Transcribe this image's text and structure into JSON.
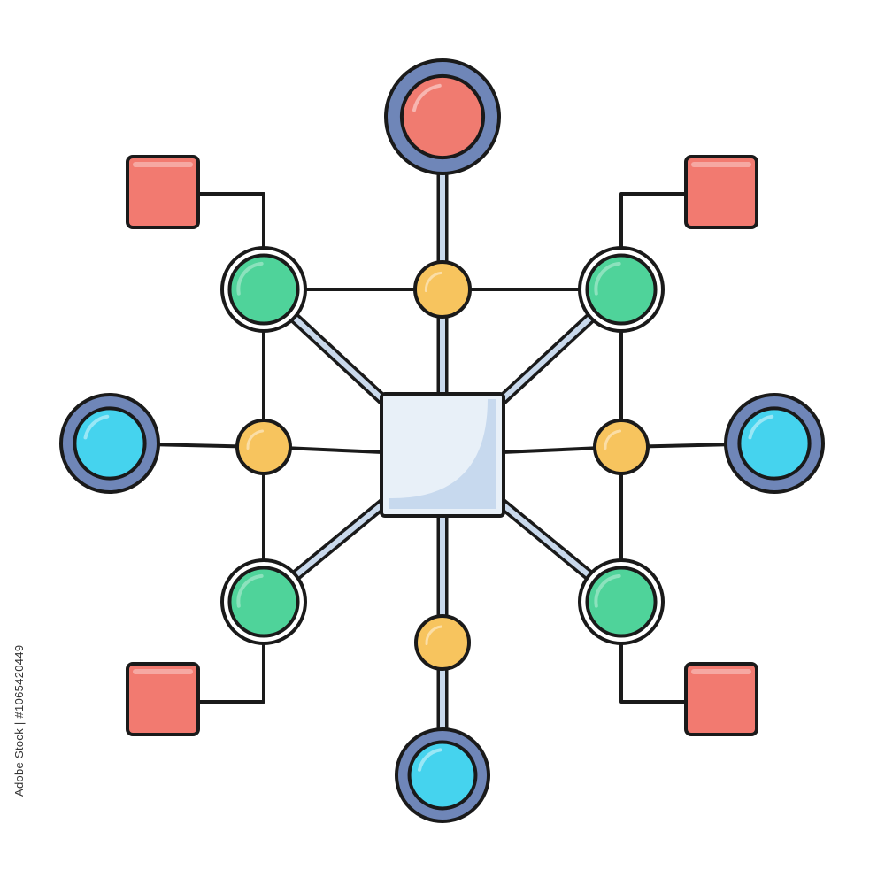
{
  "diagram": {
    "type": "network-hub",
    "nodes": [
      {
        "id": "hub",
        "shape": "square",
        "name": "central-hub-square",
        "color": "#e8f0f8"
      },
      {
        "id": "top",
        "shape": "ring-circle",
        "name": "top-red-circle-node",
        "color": "#f07b70",
        "ring": "#6f86b8"
      },
      {
        "id": "bottom",
        "shape": "ring-circle",
        "name": "bottom-cyan-circle-node",
        "color": "#45d3ee",
        "ring": "#6f86b8"
      },
      {
        "id": "left",
        "shape": "ring-circle",
        "name": "left-cyan-circle-node",
        "color": "#45d3ee",
        "ring": "#6f86b8"
      },
      {
        "id": "right",
        "shape": "ring-circle",
        "name": "right-cyan-circle-node",
        "color": "#45d3ee",
        "ring": "#6f86b8"
      },
      {
        "id": "g-tl",
        "shape": "white-ring-circle",
        "name": "top-left-green-node",
        "color": "#4fd39a"
      },
      {
        "id": "g-tr",
        "shape": "white-ring-circle",
        "name": "top-right-green-node",
        "color": "#4fd39a"
      },
      {
        "id": "g-bl",
        "shape": "white-ring-circle",
        "name": "bottom-left-green-node",
        "color": "#4fd39a"
      },
      {
        "id": "g-br",
        "shape": "white-ring-circle",
        "name": "bottom-right-green-node",
        "color": "#4fd39a"
      },
      {
        "id": "y-top",
        "shape": "small-circle",
        "name": "top-yellow-junction",
        "color": "#f7c45e"
      },
      {
        "id": "y-left",
        "shape": "small-circle",
        "name": "left-yellow-junction",
        "color": "#f7c45e"
      },
      {
        "id": "y-right",
        "shape": "small-circle",
        "name": "right-yellow-junction",
        "color": "#f7c45e"
      },
      {
        "id": "y-bottom",
        "shape": "small-circle",
        "name": "bottom-yellow-junction",
        "color": "#f7c45e"
      },
      {
        "id": "sq-tl",
        "shape": "square",
        "name": "top-left-red-square",
        "color": "#f27a70"
      },
      {
        "id": "sq-tr",
        "shape": "square",
        "name": "top-right-red-square",
        "color": "#f27a70"
      },
      {
        "id": "sq-bl",
        "shape": "square",
        "name": "bottom-left-red-square",
        "color": "#f27a70"
      },
      {
        "id": "sq-br",
        "shape": "square",
        "name": "bottom-right-red-square",
        "color": "#f27a70"
      }
    ],
    "edges": [
      {
        "from": "top",
        "to": "y-top",
        "style": "double"
      },
      {
        "from": "y-top",
        "to": "hub",
        "style": "double"
      },
      {
        "from": "hub",
        "to": "y-bottom",
        "style": "double"
      },
      {
        "from": "y-bottom",
        "to": "bottom",
        "style": "double"
      },
      {
        "from": "hub",
        "to": "g-tl",
        "style": "double"
      },
      {
        "from": "hub",
        "to": "g-tr",
        "style": "double"
      },
      {
        "from": "hub",
        "to": "g-bl",
        "style": "double"
      },
      {
        "from": "hub",
        "to": "g-br",
        "style": "double"
      },
      {
        "from": "g-tl",
        "to": "y-top",
        "style": "single"
      },
      {
        "from": "y-top",
        "to": "g-tr",
        "style": "single"
      },
      {
        "from": "left",
        "to": "y-left",
        "style": "single"
      },
      {
        "from": "y-left",
        "to": "hub",
        "style": "single"
      },
      {
        "from": "hub",
        "to": "y-right",
        "style": "single"
      },
      {
        "from": "y-right",
        "to": "right",
        "style": "single"
      },
      {
        "from": "g-tl",
        "to": "y-left",
        "style": "single"
      },
      {
        "from": "y-left",
        "to": "g-bl",
        "style": "single"
      },
      {
        "from": "g-tr",
        "to": "y-right",
        "style": "single"
      },
      {
        "from": "y-right",
        "to": "g-br",
        "style": "single"
      },
      {
        "from": "g-tl",
        "to": "sq-tl",
        "style": "elbow"
      },
      {
        "from": "g-tr",
        "to": "sq-tr",
        "style": "elbow"
      },
      {
        "from": "g-bl",
        "to": "sq-bl",
        "style": "elbow"
      },
      {
        "from": "g-br",
        "to": "sq-br",
        "style": "elbow"
      }
    ]
  },
  "stock_id": "Adobe Stock | #1065420449",
  "colors": {
    "outline": "#1a1a1a",
    "connector_fill": "#c9d9ec",
    "ring_blue": "#6f86b8",
    "background": "#ffffff"
  }
}
